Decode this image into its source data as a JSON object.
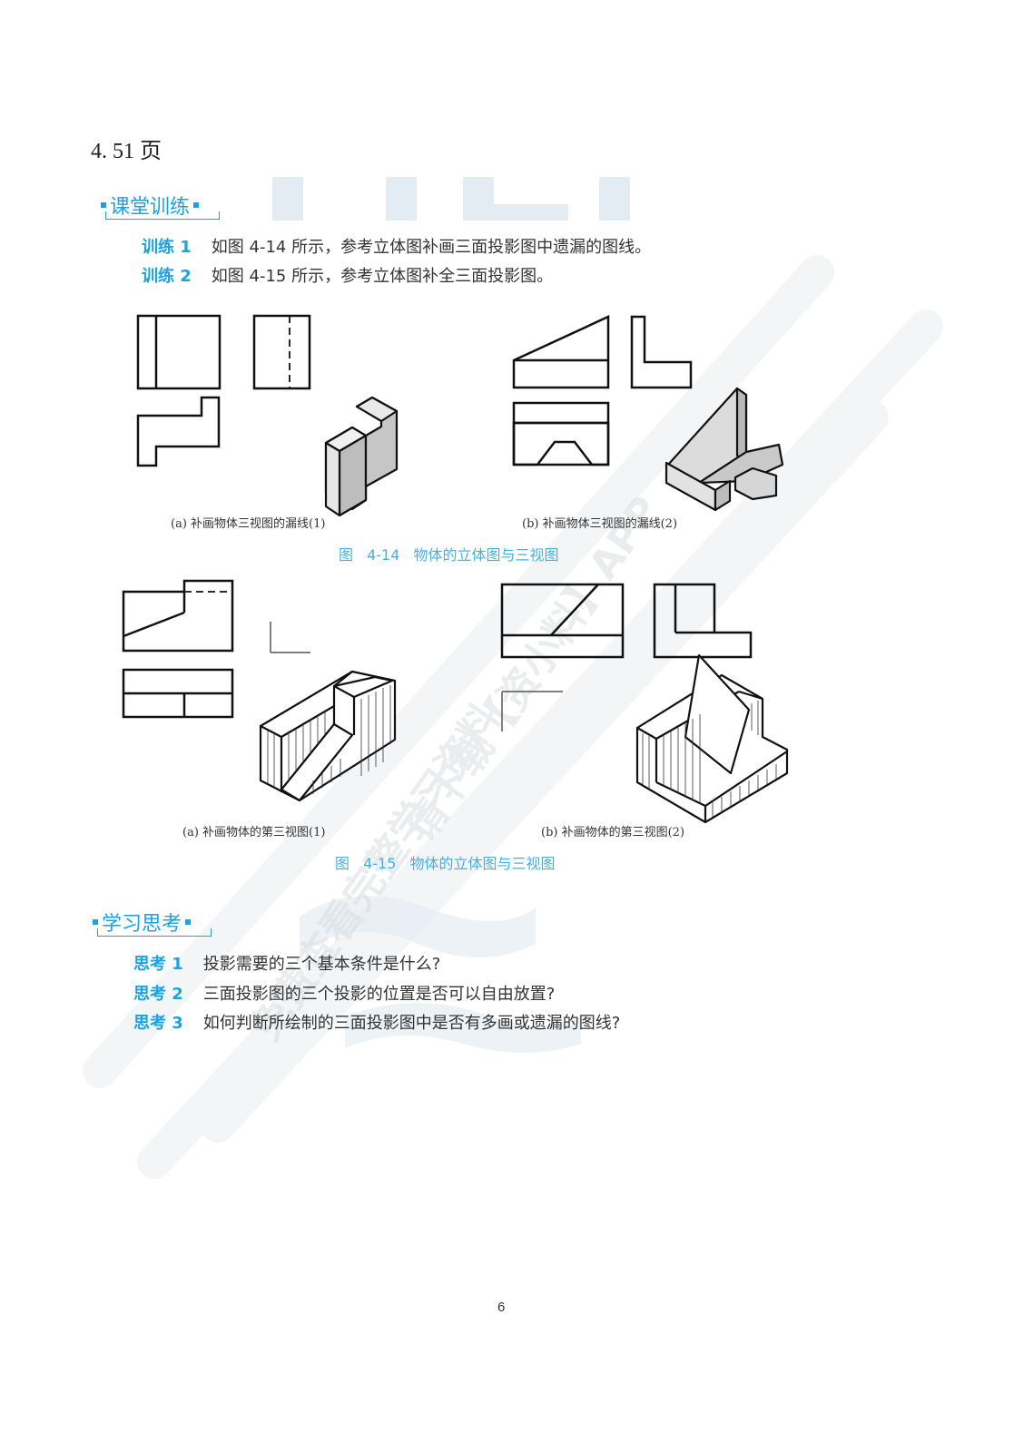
{
  "page": {
    "heading": "4. 51 页",
    "page_number": "6"
  },
  "section_training": {
    "title": "课堂训练",
    "items": [
      {
        "tag": "训练 1",
        "text": "如图 4-14 所示，参考立体图补画三面投影图中遗漏的图线。"
      },
      {
        "tag": "训练 2",
        "text": "如图 4-15 所示，参考立体图补全三面投影图。"
      }
    ]
  },
  "figure_4_14": {
    "caption": "图 4-14  物体的立体图与三视图",
    "sub_a": "(a) 补画物体三视图的漏线(1)",
    "sub_b": "(b) 补画物体三视图的漏线(2)"
  },
  "figure_4_15": {
    "caption": "图 4-15  物体的立体图与三视图",
    "sub_a": "(a) 补画物体的第三视图(1)",
    "sub_b": "(b) 补画物体的第三视图(2)"
  },
  "section_thinking": {
    "title": "学习思考",
    "items": [
      {
        "tag": "思考 1",
        "text": "投影需要的三个基本条件是什么?"
      },
      {
        "tag": "思考 2",
        "text": "三面投影图的三个投影的位置是否可以自由放置?"
      },
      {
        "tag": "思考 3",
        "text": "如何判断所绘制的三面投影图中是否有多画或遗漏的图线?"
      }
    ]
  },
  "colors": {
    "accent": "#1aa3e0",
    "caption": "#3fb3e6",
    "watermark": "#e3ecf3"
  }
}
